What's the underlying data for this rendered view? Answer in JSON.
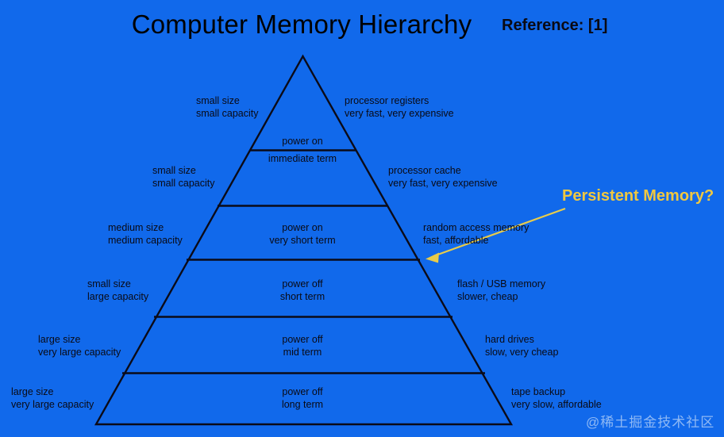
{
  "background_color": "#1169eb",
  "header": {
    "title": "Computer Memory Hierarchy",
    "reference": "Reference: [1]"
  },
  "annotation": {
    "text": "Persistent Memory?",
    "color": "#f0c840",
    "points_to": "random access memory"
  },
  "watermark": {
    "text": "@稀土掘金技术社区"
  },
  "diagram": {
    "type": "pyramid",
    "line_color": "#0b0b18",
    "levels": [
      {
        "index": 1,
        "left_line1": "small size",
        "left_line2": "small capacity",
        "mid_line1": "",
        "mid_line2": "",
        "right_line1": "processor registers",
        "right_line2": "very fast, very expensive"
      },
      {
        "index": 2,
        "left_line1": "small size",
        "left_line2": "small capacity",
        "mid_line1": "power on",
        "mid_line2": "immediate term",
        "right_line1": "processor cache",
        "right_line2": "very fast, very expensive"
      },
      {
        "index": 3,
        "left_line1": "medium size",
        "left_line2": "medium capacity",
        "mid_line1": "power on",
        "mid_line2": "very short term",
        "right_line1": "random access memory",
        "right_line2": "fast, affordable"
      },
      {
        "index": 4,
        "left_line1": "small size",
        "left_line2": "large capacity",
        "mid_line1": "power off",
        "mid_line2": "short term",
        "right_line1": "flash / USB memory",
        "right_line2": "slower, cheap"
      },
      {
        "index": 5,
        "left_line1": "large size",
        "left_line2": "very large capacity",
        "mid_line1": "power off",
        "mid_line2": "mid term",
        "right_line1": "hard drives",
        "right_line2": "slow, very cheap"
      },
      {
        "index": 6,
        "left_line1": "large size",
        "left_line2": "very large capacity",
        "mid_line1": "power off",
        "mid_line2": "long term",
        "right_line1": "tape backup",
        "right_line2": "very slow, affordable"
      }
    ]
  }
}
